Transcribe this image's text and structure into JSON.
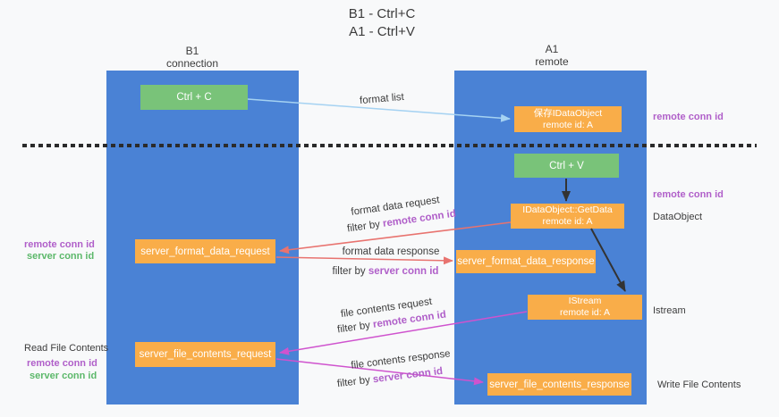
{
  "title": {
    "line1": "B1 - Ctrl+C",
    "line2": "A1 - Ctrl+V"
  },
  "columns": {
    "left": {
      "name": "B1",
      "sub": "connection"
    },
    "right": {
      "name": "A1",
      "sub": "remote"
    }
  },
  "boxes": {
    "ctrl_c": {
      "label": "Ctrl + C"
    },
    "ctrl_v": {
      "label": "Ctrl + V"
    },
    "save_dataobject": {
      "line1": "保存IDataObject",
      "line2": "remote id: A"
    },
    "getdata": {
      "line1": "IDataObject::GetData",
      "line2": "remote id: A"
    },
    "istream": {
      "line1": "IStream",
      "line2": "remote id: A"
    },
    "format_request": {
      "label": "server_format_data_request"
    },
    "format_response": {
      "label": "server_format_data_response"
    },
    "file_request": {
      "label": "server_file_contents_request"
    },
    "file_response": {
      "label": "server_file_contents_response"
    }
  },
  "flow": {
    "format_list": "format list",
    "format_data_request": "format data request",
    "format_data_response": "format data response",
    "file_contents_request": "file contents request",
    "file_contents_response": "file contents response",
    "filter_by": "filter by",
    "remote_conn_id": "remote conn id",
    "server_conn_id": "server conn id"
  },
  "left_labels": {
    "remote_conn_id_format": "remote conn id",
    "server_conn_id_format": "server conn id",
    "read_file_contents": "Read File Contents",
    "remote_conn_id_file": "remote conn id",
    "server_conn_id_file": "server conn id"
  },
  "right_labels": {
    "remote_conn_id_top": "remote conn id",
    "remote_conn_id_paste": "remote conn id",
    "dataobject": "DataObject",
    "istream": "Istream",
    "write_file_contents": "Write File Contents"
  },
  "colors": {
    "background": "#f8f9fa",
    "column_blue": "#4a82d5",
    "box_green": "#79c379",
    "box_orange": "#f9ad49",
    "box_text": "#ffffff",
    "text_dark": "#3c3c3c",
    "text_purple": "#b05fc9",
    "text_green": "#5cb86a",
    "arrow_blue": "#a5d2f2",
    "arrow_salmon": "#e8736f",
    "arrow_magenta": "#cf53ce",
    "arrow_black": "#333333",
    "dashed_line": "#2b2b2b"
  }
}
